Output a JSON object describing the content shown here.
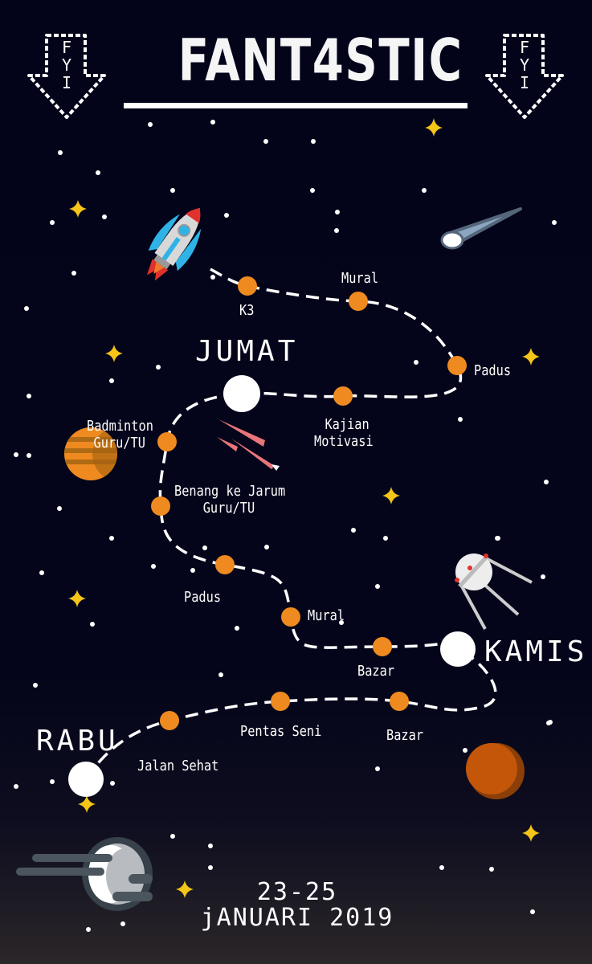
{
  "header": {
    "title": "FANT4STIC",
    "fyi_left": [
      "F",
      "Y",
      "I"
    ],
    "fyi_right": [
      "F",
      "Y",
      "I"
    ],
    "fyi_icon": "dashed-down-arrow-icon"
  },
  "days": {
    "friday": "JUMAT",
    "thursday": "KAMIS",
    "wednesday": "RABU"
  },
  "events": {
    "k3": "K3",
    "mural_top": "Mural",
    "padus_top": "Padus",
    "kajian_1": "Kajian",
    "kajian_2": "Motivasi",
    "badminton_1": "Badminton",
    "badminton_2": "Guru/TU",
    "benang_1": "Benang ke Jarum",
    "benang_2": "Guru/TU",
    "padus_mid": "Padus",
    "mural_mid": "Mural",
    "bazar_mid": "Bazar",
    "bazar_low": "Bazar",
    "pentas": "Pentas Seni",
    "jalan": "Jalan Sehat"
  },
  "footer": {
    "dates": "23-25",
    "month_year": "jANUARI 2019"
  },
  "colors": {
    "background_top": "#03041a",
    "background_bottom": "#2b2628",
    "event_dot": "#ee8a1f",
    "day_dot": "#ffffff",
    "star_yellow": "#f5c518",
    "path": "#ffffff"
  },
  "decorations": [
    "rocket-icon",
    "comet-icon",
    "jupiter-planet-icon",
    "meteor-icon",
    "sputnik-satellite-icon",
    "mars-planet-icon",
    "moon-icon"
  ]
}
